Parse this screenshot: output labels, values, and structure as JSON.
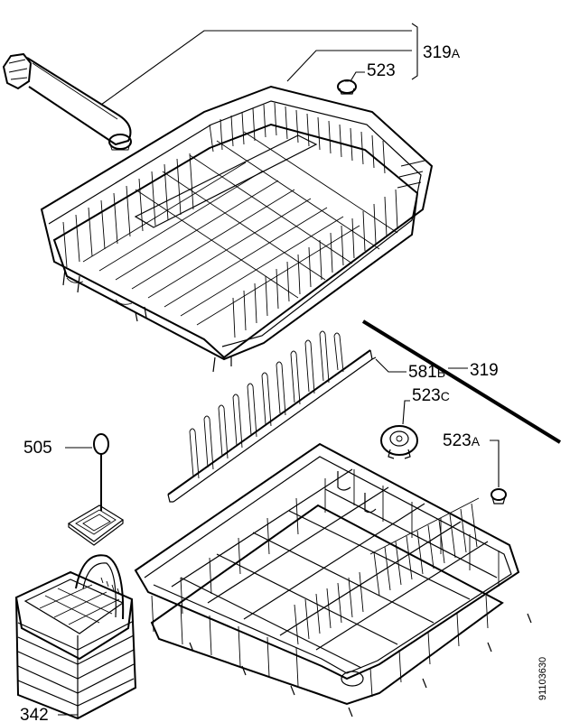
{
  "labels": {
    "upper_basket_assembly": "319",
    "upper_basket_assembly_suffix": "A",
    "cap_upper": "523",
    "cutlery_rack": "581",
    "cutlery_rack_suffix": "B",
    "basket_set": "319",
    "cap_c": "523",
    "cap_c_suffix": "C",
    "cap_a": "523",
    "cap_a_suffix": "A",
    "wire_holder": "505",
    "cutlery_basket": "342",
    "drawing_number": "91103630"
  }
}
